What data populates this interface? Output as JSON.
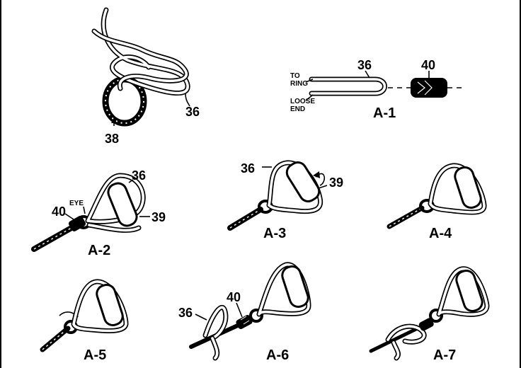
{
  "callouts": {
    "c36_top": "36",
    "c38": "38",
    "c36_a1": "36",
    "c40_a1": "40",
    "to_ring_1": "TO",
    "to_ring_2": "RING",
    "loose_end_1": "LOOSE",
    "loose_end_2": "END",
    "c36_a2": "36",
    "c40_a2": "40",
    "eye": "EYE",
    "c39_a2": "39",
    "c36_a3": "36",
    "c39_a3": "39",
    "c36_a6": "36",
    "c40_a6": "40"
  },
  "steps": {
    "a1": "A-1",
    "a2": "A-2",
    "a3": "A-3",
    "a4": "A-4",
    "a5": "A-5",
    "a6": "A-6",
    "a7": "A-7"
  }
}
